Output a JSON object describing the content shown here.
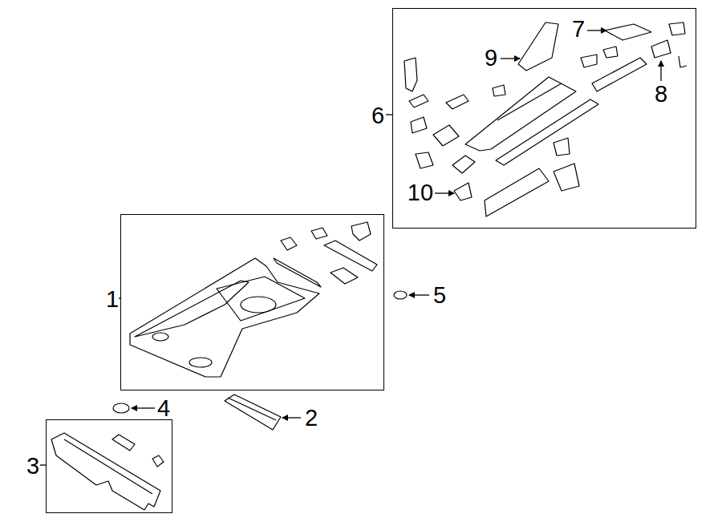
{
  "diagram": {
    "nodes": [
      {
        "text": [
          "1"
        ]
      },
      {
        "text": [
          "3"
        ]
      },
      {
        "text": [
          "6"
        ]
      }
    ],
    "labels": [
      "2",
      "4",
      "5",
      "7",
      "8",
      "9",
      "10"
    ]
  }
}
